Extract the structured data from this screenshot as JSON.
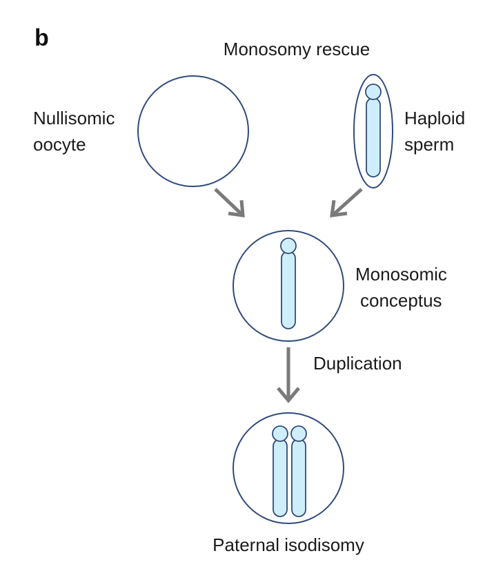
{
  "panel_label": "b",
  "title": "Monosomy rescue",
  "labels": {
    "oocyte": [
      "Nullisomic",
      "oocyte"
    ],
    "sperm": [
      "Haploid",
      "sperm"
    ],
    "conceptus": [
      "Monosomic",
      "conceptus"
    ],
    "duplication": "Duplication",
    "result": "Paternal isodisomy"
  },
  "colors": {
    "cell_outline": "#2f4a7a",
    "chromosome_fill": "#cfeefb",
    "arrow": "#7a7a7a",
    "text": "#1a1a1a"
  }
}
